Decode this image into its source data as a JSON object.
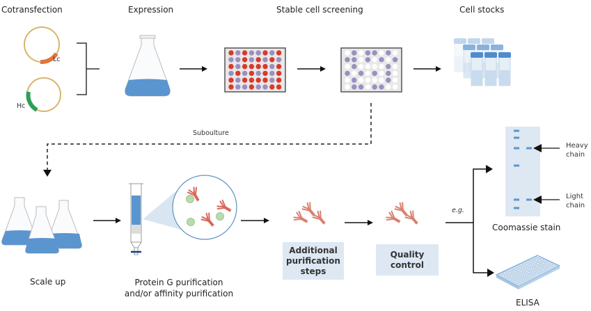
{
  "title": "Stable cell line antibody production workflow",
  "steps": {
    "cotransfection": "Cotransfection",
    "expression": "Expression",
    "screening": "Stable cell screening",
    "cell_stocks": "Cell stocks",
    "scale_up": "Scale up",
    "purification_line1": "Protein G purification",
    "purification_line2": "and/or affinity purification",
    "additional_line1": "Additional",
    "additional_line2": "purification",
    "additional_line3": "steps",
    "qc_line1": "Quality",
    "qc_line2": "control",
    "coomassie": "Coomassie stain",
    "elisa": "ELISA"
  },
  "plasmids": {
    "light_chain": "Lc",
    "heavy_chain": "Hc"
  },
  "subculture_label": "Suboulture",
  "eg_label": "e.g.",
  "gel": {
    "heavy_line1": "Heavy",
    "heavy_line2": "chain",
    "light_line1": "Light",
    "light_line2": "chain"
  },
  "plates": {
    "before": [
      "RPRPPRPR",
      "PPRPRPRP",
      "RPRRRRPR",
      "PRPRPRPR",
      "RPRRRRPR",
      "RPPRPPRR"
    ],
    "after": [
      "WPWPPWPW",
      "PPWPWPWP",
      "WPWWWWPW",
      "PWPWPWPW",
      "WPWWWWPW",
      "WPPWPPWW"
    ]
  },
  "colors": {
    "red_well": "#d83a2a",
    "purple_well": "#9a8fc0",
    "white_well": "#ffffff",
    "medium_blue": "#5b95cf",
    "box_fill": "#dde8f3",
    "plasmid_ring": "#d9b46a",
    "light_chain_seg": "#e3743c",
    "heavy_chain_seg": "#2f9e57",
    "antibody": "#d9806e"
  }
}
